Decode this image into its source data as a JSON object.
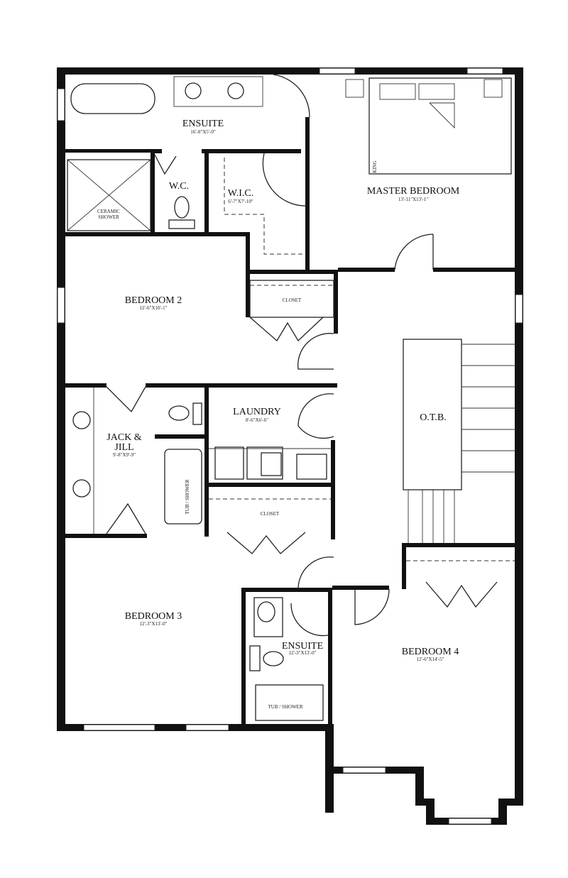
{
  "plan": {
    "wall_color": "#111111",
    "rooms": [
      {
        "name": "ENSUITE",
        "dim": "16'-8\"X5'-0\""
      },
      {
        "name": "W.C.",
        "dim": ""
      },
      {
        "name": "W.I.C.",
        "dim": "6'-7\"X7'-10\""
      },
      {
        "name": "MASTER BEDROOM",
        "dim": "13'-11\"X13'-1\""
      },
      {
        "name": "BEDROOM 2",
        "dim": "12'-6\"X10'-1\""
      },
      {
        "name": "LAUNDRY",
        "dim": "8'-6\"X6'-6\""
      },
      {
        "name": "JACK &",
        "name2": "JILL",
        "dim": "9'-8\"X9'-9\""
      },
      {
        "name": "O.T.B.",
        "dim": ""
      },
      {
        "name": "BEDROOM 3",
        "dim": "12'-3\"X13'-0\""
      },
      {
        "name": "ENSUITE",
        "dim": "12'-3\"X13'-0\""
      },
      {
        "name": "BEDROOM 4",
        "dim": "12'-6\"X14'-5\""
      }
    ],
    "labels": {
      "ceramic": "CERAMIC",
      "shower": "SHOWER",
      "king": "KING",
      "closet1": "CLOSET",
      "closet2": "CLOSET",
      "tub1": "TUB / SHOWER",
      "tub2": "TUB / SHOWER"
    }
  }
}
